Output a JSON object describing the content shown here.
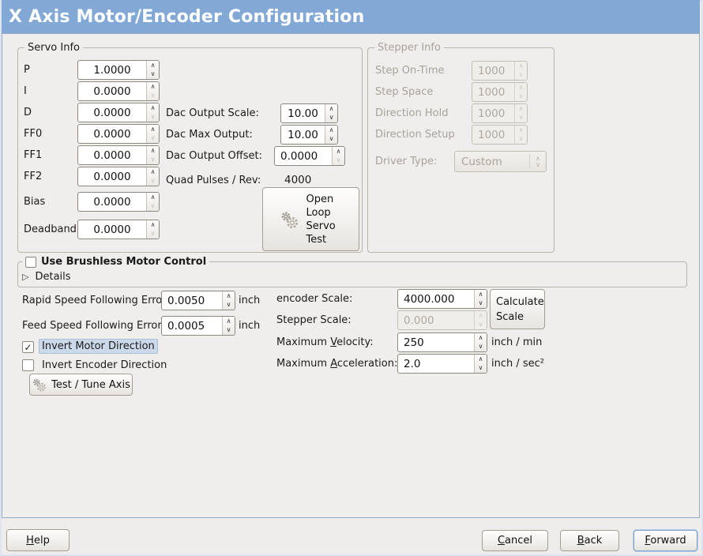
{
  "window": {
    "title": "X Axis Motor/Encoder Configuration"
  },
  "icons": {
    "spin_up": "∧",
    "spin_down": "∨",
    "expander": "▷",
    "check": "✓"
  },
  "colors": {
    "titlebar": "#82a8d6",
    "window_bg": "#efedeb",
    "content_border": "#93abc9",
    "frame_border": "#b9b3aa",
    "focus_label_bg": "#ccd9ea"
  },
  "servo": {
    "legend": "Servo Info",
    "fields": [
      {
        "label": "P",
        "value": "1.0000"
      },
      {
        "label": "I",
        "value": "0.0000"
      },
      {
        "label": "D",
        "value": "0.0000"
      },
      {
        "label": "FF0",
        "value": "0.0000"
      },
      {
        "label": "FF1",
        "value": "0.0000"
      },
      {
        "label": "FF2",
        "value": "0.0000"
      },
      {
        "label": "Bias",
        "value": "0.0000"
      },
      {
        "label": "Deadband",
        "value": "0.0000"
      }
    ]
  },
  "dac": {
    "scale_label": "Dac Output Scale:",
    "scale_value": "10.00",
    "max_label": "Dac Max Output:",
    "max_value": "10.00",
    "offset_label": "Dac Output Offset:",
    "offset_value": "0.0000",
    "quad_label": "Quad Pulses / Rev:",
    "quad_value": "4000",
    "open_loop_button": "Open Loop Servo Test"
  },
  "stepper": {
    "legend": "Stepper Info",
    "fields": [
      {
        "label": "Step On-Time",
        "value": "1000"
      },
      {
        "label": "Step Space",
        "value": "1000"
      },
      {
        "label": "Direction Hold",
        "value": "1000"
      },
      {
        "label": "Direction Setup",
        "value": "1000"
      }
    ],
    "driver_type_label": "Driver Type:",
    "driver_type_value": "Custom"
  },
  "brushless": {
    "checkbox_label": "Use Brushless Motor Control",
    "details_label": "Details"
  },
  "following_error": {
    "rapid_label": "Rapid Speed Following Error:",
    "rapid_value": "0.0050",
    "rapid_unit": "inch",
    "feed_label": "Feed Speed Following Error:",
    "feed_value": "0.0005",
    "feed_unit": "inch"
  },
  "direction": {
    "invert_motor_label": "Invert Motor Direction",
    "invert_encoder_label": "Invert Encoder Direction"
  },
  "test_tune_button": "Test / Tune Axis",
  "scaling": {
    "encoder_label": "encoder Scale:",
    "encoder_value": "4000.000",
    "calculate_button": "Calculate Scale",
    "stepper_label": "Stepper Scale:",
    "stepper_value": "0.000",
    "velocity_pre": "Maximum ",
    "velocity_mn": "V",
    "velocity_rest": "elocity:",
    "velocity_value": "250",
    "velocity_unit": "inch / min",
    "accel_pre": "Maximum ",
    "accel_mn": "A",
    "accel_rest": "cceleration:",
    "accel_value": "2.0",
    "accel_unit": "inch / sec²"
  },
  "footer": {
    "help_mn": "H",
    "help_rest": "elp",
    "cancel_mn": "C",
    "cancel_rest": "ancel",
    "back_mn": "B",
    "back_rest": "ack",
    "forward_mn": "F",
    "forward_rest": "orward"
  }
}
